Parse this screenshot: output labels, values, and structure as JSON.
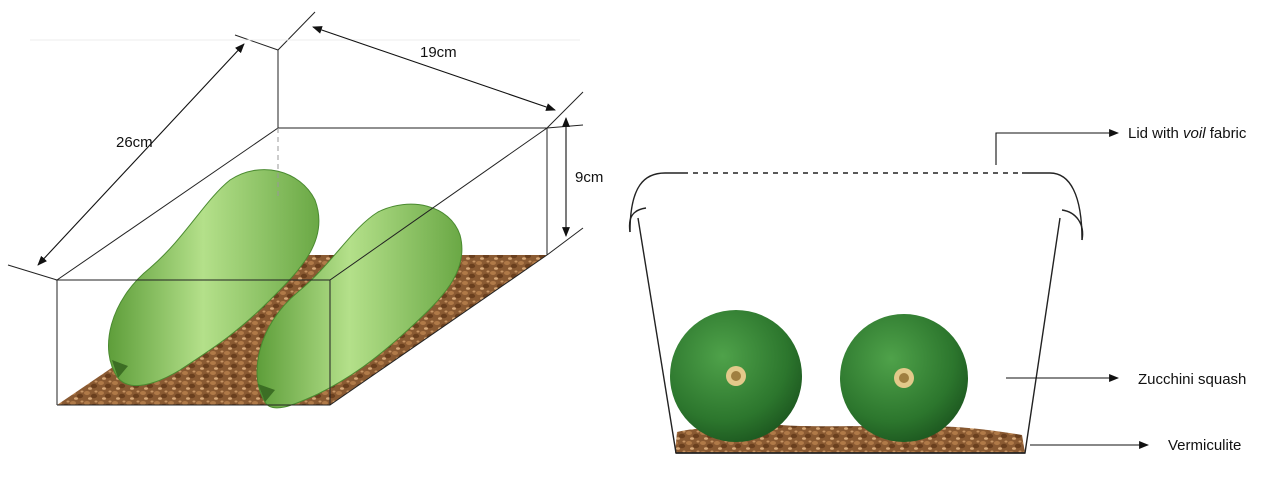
{
  "left_diagram": {
    "length_label": "26cm",
    "width_label": "19cm",
    "height_label": "9cm"
  },
  "right_diagram": {
    "lid_label_prefix": "Lid with ",
    "lid_label_italic": "voil",
    "lid_label_suffix": " fabric",
    "zucchini_label": "Zucchini squash",
    "vermiculite_label": "Vermiculite"
  },
  "colors": {
    "zucchini_light": "#9fd36a",
    "zucchini_dark": "#3f7e2a",
    "round_zucchini": "#2f7a2f",
    "vermiculite": "#8a5a32",
    "vermiculite_dark": "#5a3518",
    "line": "#222222"
  }
}
